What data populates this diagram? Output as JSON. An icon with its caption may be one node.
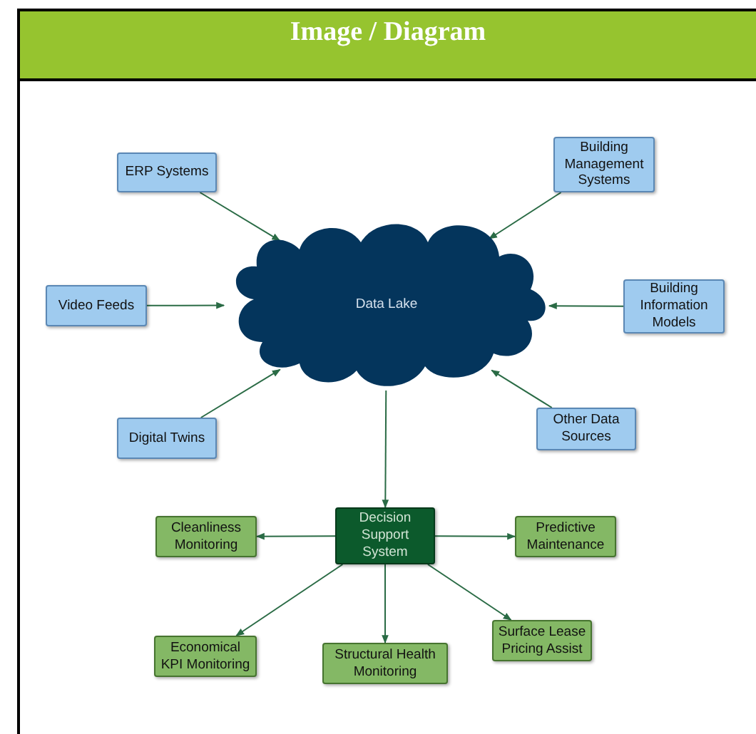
{
  "diagram": {
    "title": "Image / Diagram",
    "nodes": [
      {
        "text": [
          "ERP Systems"
        ]
      },
      {
        "text": [
          "Building Management Systems"
        ]
      },
      {
        "text": [
          "Video Feeds"
        ]
      },
      {
        "text": [
          "Data Lake"
        ]
      },
      {
        "text": [
          "Building Information Models"
        ]
      },
      {
        "text": [
          "Digital Twins"
        ]
      },
      {
        "text": [
          "Other Data Sources"
        ]
      },
      {
        "text": [
          "Decision Support System"
        ]
      },
      {
        "text": [
          "Cleanliness Monitoring"
        ]
      },
      {
        "text": [
          "Predictive Maintenance"
        ]
      },
      {
        "text": [
          "Economical KPI Monitoring"
        ]
      },
      {
        "text": [
          "Structural Health Monitoring"
        ]
      },
      {
        "text": [
          "Surface Lease Pricing Assist"
        ]
      }
    ],
    "edges": [
      {
        "from": 0,
        "to": 3,
        "arrow": "to"
      },
      {
        "from": 1,
        "to": 3,
        "arrow": "to"
      },
      {
        "from": 2,
        "to": 3,
        "arrow": "to"
      },
      {
        "from": 4,
        "to": 3,
        "arrow": "to"
      },
      {
        "from": 5,
        "to": 3,
        "arrow": "to"
      },
      {
        "from": 6,
        "to": 3,
        "arrow": "to"
      },
      {
        "from": 3,
        "to": 7,
        "arrow": "to"
      },
      {
        "from": 7,
        "to": 8,
        "arrow": "to"
      },
      {
        "from": 7,
        "to": 9,
        "arrow": "to"
      },
      {
        "from": 7,
        "to": 10,
        "arrow": "to"
      },
      {
        "from": 7,
        "to": 11,
        "arrow": "to"
      },
      {
        "from": 7,
        "to": 12,
        "arrow": "to"
      }
    ]
  }
}
